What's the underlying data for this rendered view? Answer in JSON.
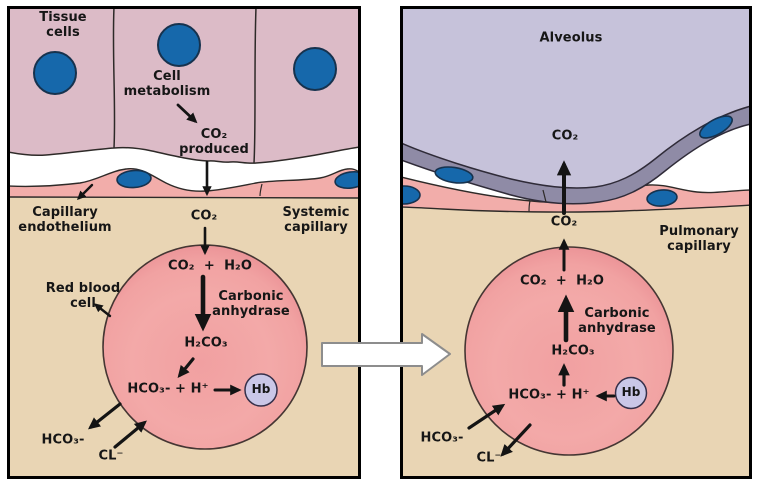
{
  "colors": {
    "tissue_cell": "#dcbbc7",
    "capillary_lumen": "#e9d5b4",
    "endothelium": "#f2adaa",
    "red_blood_cell": "#ec9095",
    "nucleus_blue": "#1668ab",
    "hemoglobin_fill": "#cac7e7",
    "alveolus": "#c6c2da",
    "alveolar_wall": "#8f8ba6",
    "outline": "#2e2a28",
    "arrow_black": "#141414"
  },
  "left_panel": {
    "labels": {
      "tissue_cells": "Tissue\ncells",
      "cell_metabolism": "Cell\nmetabolism",
      "co2_produced": "CO₂\nproduced",
      "co2_capillary": "CO₂",
      "capillary_endothelium": "Capillary\nendothelium",
      "systemic_capillary": "Systemic\ncapillary",
      "red_blood_cell": "Red blood\ncell",
      "reaction": "CO₂  +  H₂O",
      "enzyme": "Carbonic\nanhydrase",
      "carbonic_acid": "H₂CO₃",
      "bicarbonate_reaction": "HCO₃- + H⁺",
      "hemoglobin": "Hb",
      "bicarbonate": "HCO₃-",
      "chloride": "CL⁻"
    }
  },
  "right_panel": {
    "labels": {
      "alveolus": "Alveolus",
      "co2_alveolus": "CO₂",
      "co2_capillary": "CO₂",
      "pulmonary_capillary": "Pulmonary\ncapillary",
      "reaction": "CO₂  +  H₂O",
      "enzyme": "Carbonic\nanhydrase",
      "carbonic_acid": "H₂CO₃",
      "bicarbonate_reaction": "HCO₃- + H⁺",
      "hemoglobin": "Hb",
      "bicarbonate": "HCO₃-",
      "chloride": "CL⁻"
    }
  }
}
